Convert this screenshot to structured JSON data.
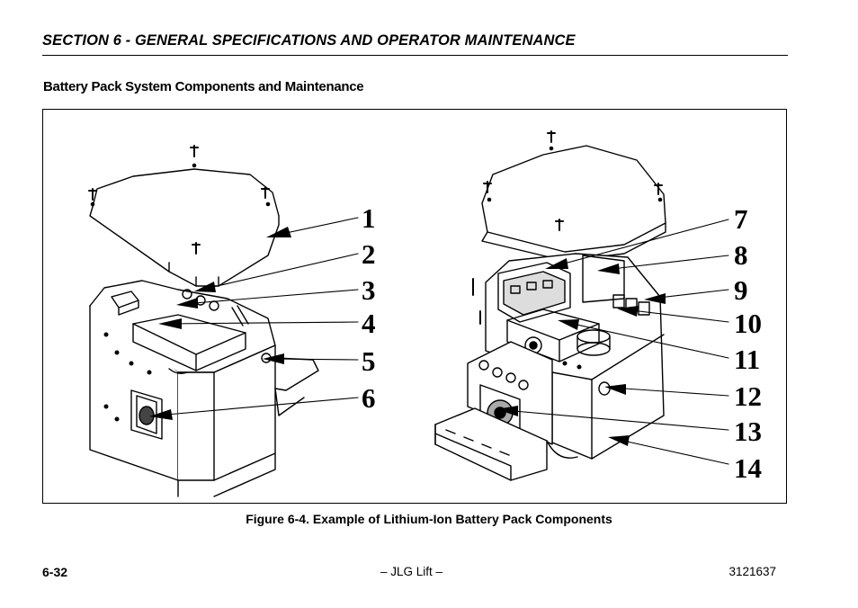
{
  "header": {
    "section_title": "SECTION 6 - GENERAL SPECIFICATIONS AND OPERATOR MAINTENANCE"
  },
  "subtitle": "Battery Pack System Components and Maintenance",
  "figure": {
    "callouts": [
      "1",
      "2",
      "3",
      "4",
      "5",
      "6",
      "7",
      "8",
      "9",
      "10",
      "11",
      "12",
      "13",
      "14"
    ],
    "caption": "Figure 6-4. Example of Lithium-Ion Battery Pack Components"
  },
  "footer": {
    "page_number": "6-32",
    "center_text": "– JLG Lift –",
    "document_number": "3121637"
  }
}
